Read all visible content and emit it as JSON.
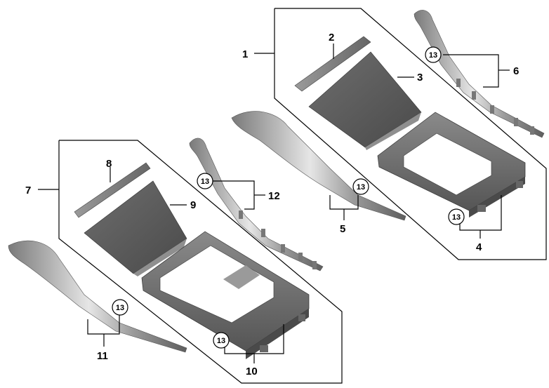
{
  "labels": {
    "n1": "1",
    "n2": "2",
    "n3": "3",
    "n4": "4",
    "n5": "5",
    "n6": "6",
    "n7": "7",
    "n8": "8",
    "n9": "9",
    "n10": "10",
    "n11": "11",
    "n12": "12"
  },
  "callouts": {
    "c6": "13",
    "c5": "13",
    "c4": "13",
    "c12": "13",
    "c11": "13",
    "c10": "13"
  },
  "colors": {
    "part_dark": "#5a5a5a",
    "part_mid": "#8c8c8c",
    "part_light": "#c9c9c9",
    "line": "#000000"
  }
}
